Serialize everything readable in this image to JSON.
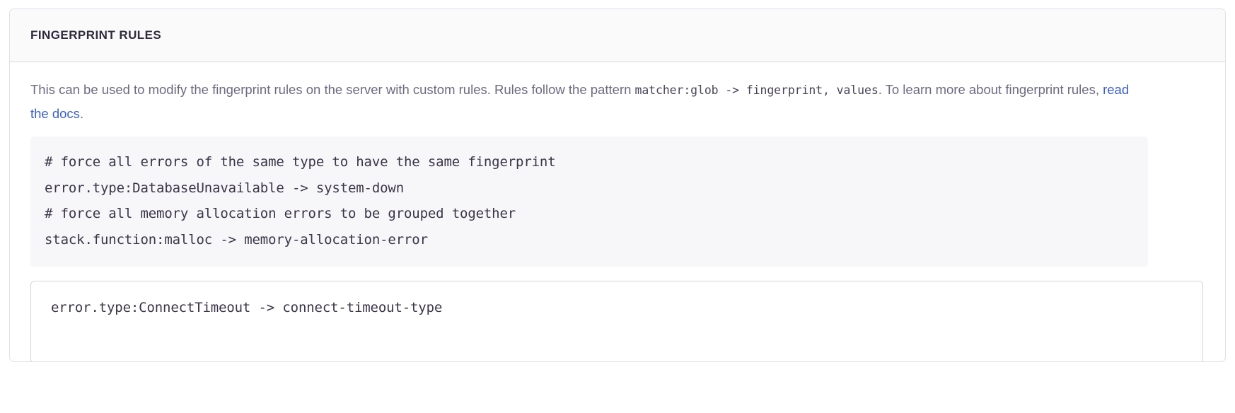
{
  "panel": {
    "title": "FINGERPRINT RULES",
    "description": {
      "part1": "This can be used to modify the fingerprint rules on the server with custom rules. Rules follow the pattern ",
      "code1": "matcher:glob -> fingerprint, values",
      "part2": ". To learn more about fingerprint rules, ",
      "link_label": "read the docs",
      "part3": "."
    },
    "example_code": "# force all errors of the same type to have the same fingerprint\nerror.type:DatabaseUnavailable -> system-down\n# force all memory allocation errors to be grouped together\nstack.function:malloc -> memory-allocation-error",
    "input": {
      "value": "error.type:ConnectTimeout -> connect-timeout-type",
      "placeholder": ""
    }
  },
  "colors": {
    "panel_border": "#e0dfe6",
    "header_bg": "#fafafb",
    "title_text": "#302a3d",
    "body_text": "#6d6a81",
    "link": "#3c5fcd",
    "code_bg": "#f7f7f9",
    "code_text": "#3b3548",
    "input_border": "#d5d3dd"
  }
}
